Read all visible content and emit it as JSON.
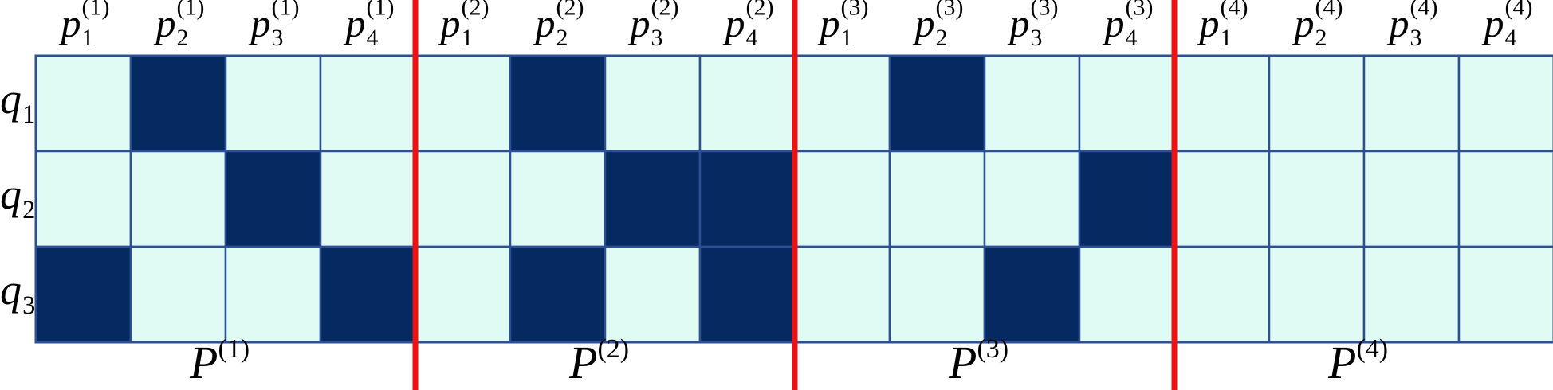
{
  "groups": [
    {
      "label_base": "P",
      "label_sup": "(1)",
      "column_labels": [
        {
          "base": "p",
          "sub": "1",
          "sup": "(1)"
        },
        {
          "base": "p",
          "sub": "2",
          "sup": "(1)"
        },
        {
          "base": "p",
          "sub": "3",
          "sup": "(1)"
        },
        {
          "base": "p",
          "sub": "4",
          "sup": "(1)"
        }
      ]
    },
    {
      "label_base": "P",
      "label_sup": "(2)",
      "column_labels": [
        {
          "base": "p",
          "sub": "1",
          "sup": "(2)"
        },
        {
          "base": "p",
          "sub": "2",
          "sup": "(2)"
        },
        {
          "base": "p",
          "sub": "3",
          "sup": "(2)"
        },
        {
          "base": "p",
          "sub": "4",
          "sup": "(2)"
        }
      ]
    },
    {
      "label_base": "P",
      "label_sup": "(3)",
      "column_labels": [
        {
          "base": "p",
          "sub": "1",
          "sup": "(3)"
        },
        {
          "base": "p",
          "sub": "2",
          "sup": "(3)"
        },
        {
          "base": "p",
          "sub": "3",
          "sup": "(3)"
        },
        {
          "base": "p",
          "sub": "4",
          "sup": "(3)"
        }
      ]
    },
    {
      "label_base": "P",
      "label_sup": "(4)",
      "column_labels": [
        {
          "base": "p",
          "sub": "1",
          "sup": "(4)"
        },
        {
          "base": "p",
          "sub": "2",
          "sup": "(4)"
        },
        {
          "base": "p",
          "sub": "3",
          "sup": "(4)"
        },
        {
          "base": "p",
          "sub": "4",
          "sup": "(4)"
        }
      ]
    }
  ],
  "row_labels": [
    {
      "base": "q",
      "sub": "1"
    },
    {
      "base": "q",
      "sub": "2"
    },
    {
      "base": "q",
      "sub": "3"
    }
  ],
  "grid": [
    [
      0,
      1,
      0,
      0,
      0,
      1,
      0,
      0,
      0,
      1,
      0,
      0,
      0,
      0,
      0,
      0
    ],
    [
      0,
      0,
      1,
      0,
      0,
      0,
      1,
      1,
      0,
      0,
      0,
      1,
      0,
      0,
      0,
      0
    ],
    [
      1,
      0,
      0,
      1,
      0,
      1,
      0,
      1,
      0,
      0,
      1,
      0,
      0,
      0,
      0,
      0
    ]
  ],
  "colors": {
    "filled": "#052961",
    "empty": "#e0fbf4",
    "cell_border": "#2d4f93",
    "separator": "#ee1111"
  }
}
